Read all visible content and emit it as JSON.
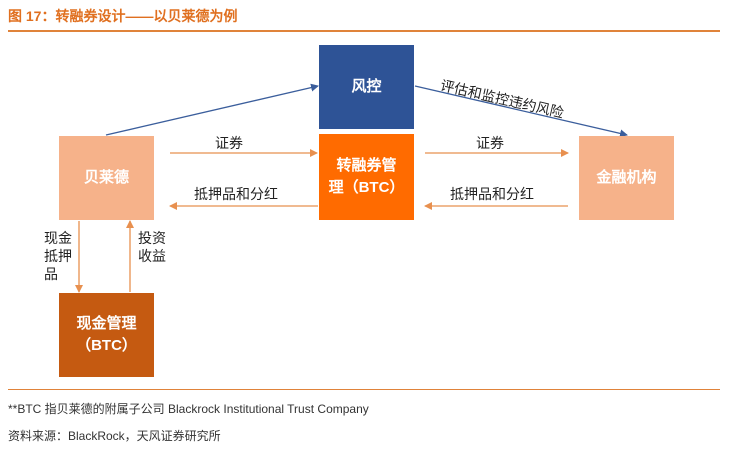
{
  "title": "图 17：转融券设计——以贝莱德为例",
  "nodes": {
    "risk": "风控",
    "mgmt": "转融券管\n理（BTC）",
    "blackrock": "贝莱德",
    "fin": "金融机构",
    "cash": "现金管理\n（BTC）"
  },
  "labels": {
    "eval": "评估和监控违约风险",
    "sec_left": "证券",
    "sec_right": "证券",
    "coll_left": "抵押品和分红",
    "coll_right": "抵押品和分红",
    "cash_coll": "现金\n抵押\n品",
    "invest": "投资\n收益"
  },
  "footer": {
    "note": "**BTC 指贝莱德的附属子公司 Blackrock Institutional Trust Company",
    "source": "资料来源：BlackRock，天风证券研究所"
  },
  "colors": {
    "title": "#e07020",
    "risk_box": "#2e5396",
    "mgmt_box": "#ff6b00",
    "party_box": "#f6b28a",
    "cash_box": "#c55a11",
    "orange_arrow": "#e8904f",
    "blue_arrow": "#3b5e9c"
  }
}
